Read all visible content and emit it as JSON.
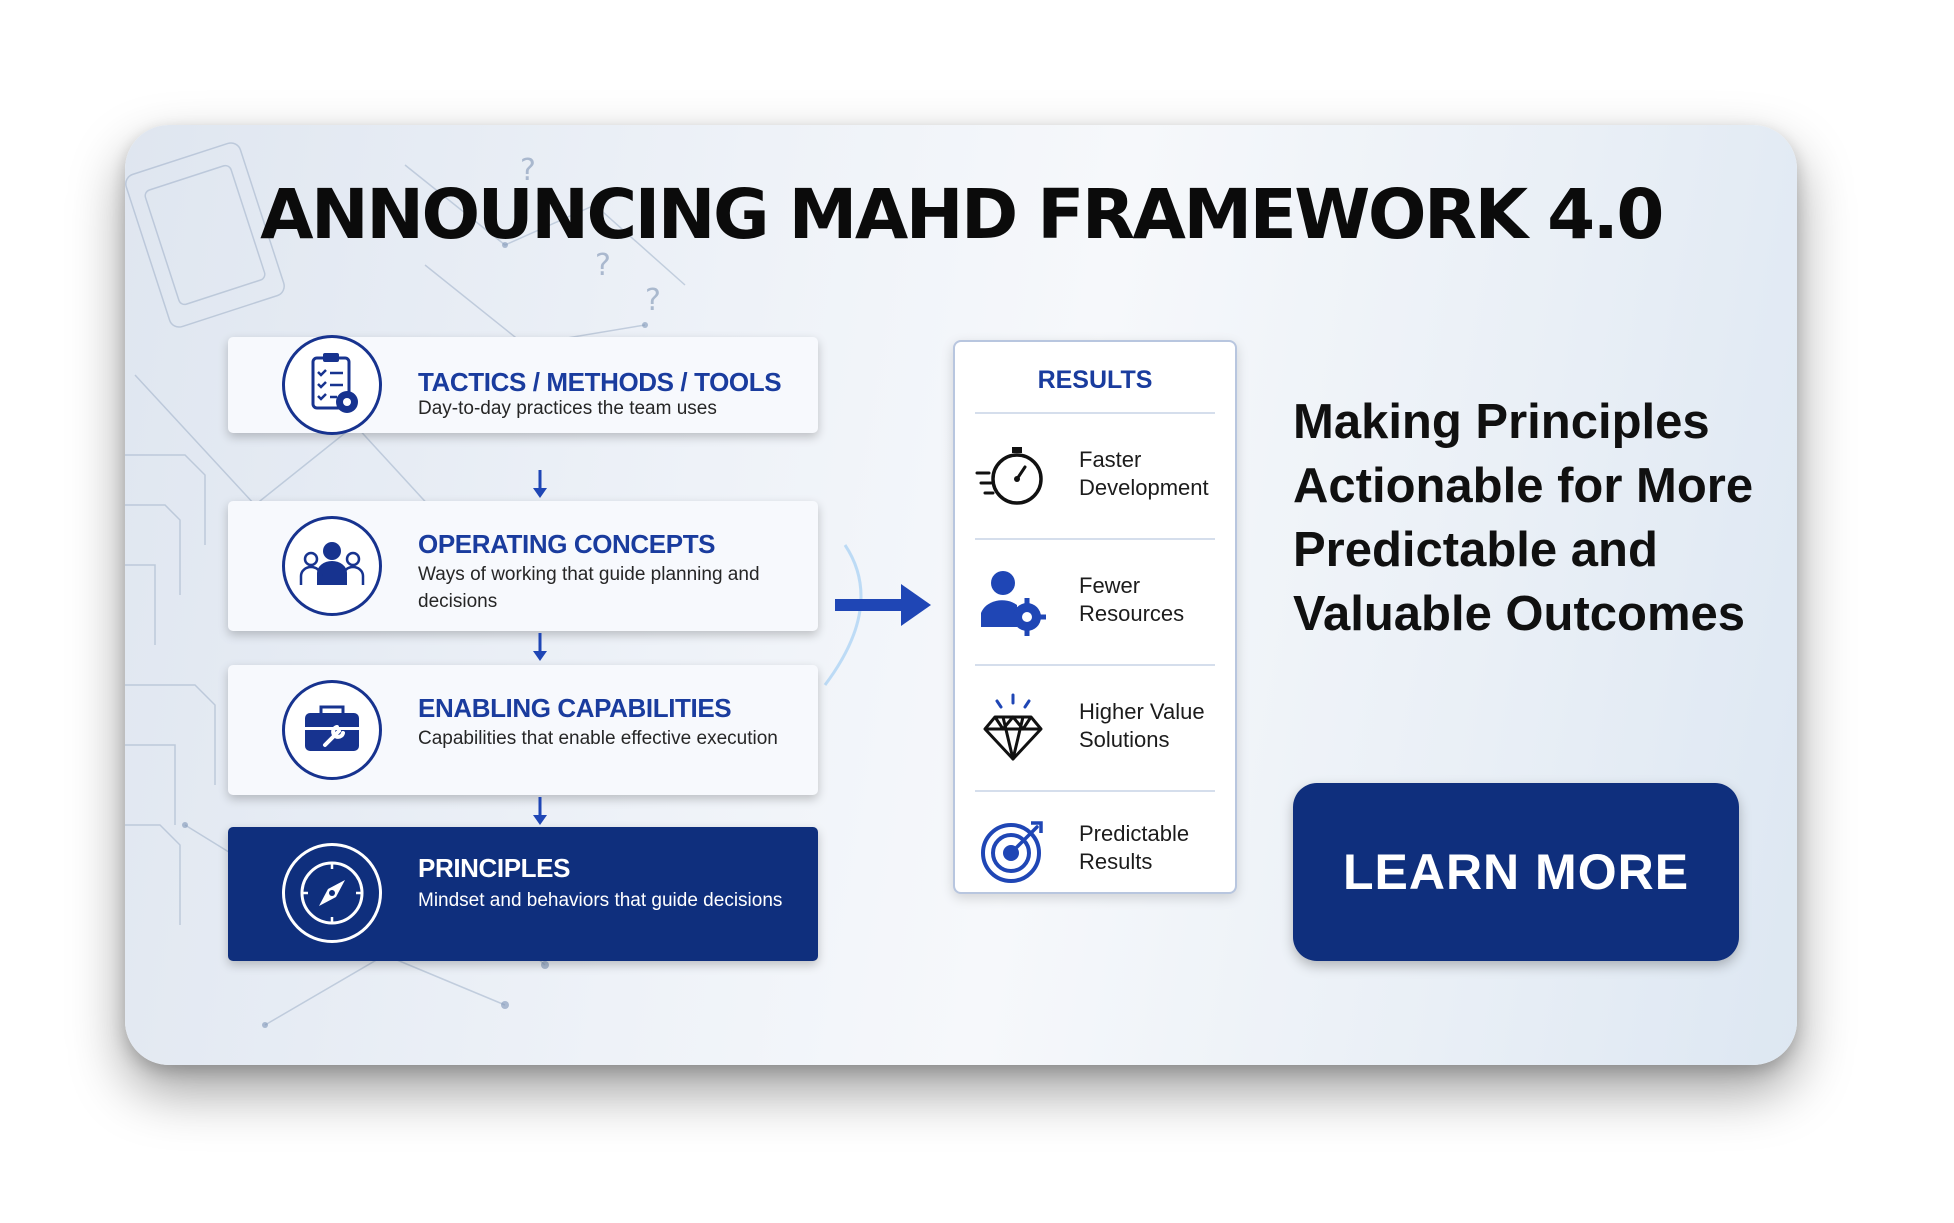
{
  "banner": {
    "headline": "ANNOUNCING MAHD FRAMEWORK 4.0",
    "layers": [
      {
        "title": "TACTICS / METHODS / TOOLS",
        "description": "Day-to-day practices the team uses",
        "icon": "clipboard-gear-icon"
      },
      {
        "title": "OPERATING CONCEPTS",
        "description": "Ways of working that guide planning and decisions",
        "icon": "team-people-icon"
      },
      {
        "title": "ENABLING CAPABILITIES",
        "description": "Capabilities that enable effective execution",
        "icon": "toolbox-wrench-icon"
      },
      {
        "title": "PRINCIPLES",
        "description": "Mindset and behaviors that guide decisions",
        "icon": "compass-icon"
      }
    ],
    "results": {
      "title": "RESULTS",
      "items": [
        {
          "label": "Faster Development",
          "icon": "stopwatch-icon"
        },
        {
          "label": "Fewer Resources",
          "icon": "person-gear-icon"
        },
        {
          "label": "Higher Value Solutions",
          "icon": "diamond-icon"
        },
        {
          "label": "Predictable Results",
          "icon": "target-icon"
        }
      ]
    },
    "tagline": "Making Principles Actionable for More Predictable and Valuable Outcomes",
    "cta_label": "LEARN MORE",
    "colors": {
      "navy": "#0f2f7d",
      "accent_blue": "#1a3c9e",
      "arrow_blue": "#1f46b5"
    }
  }
}
